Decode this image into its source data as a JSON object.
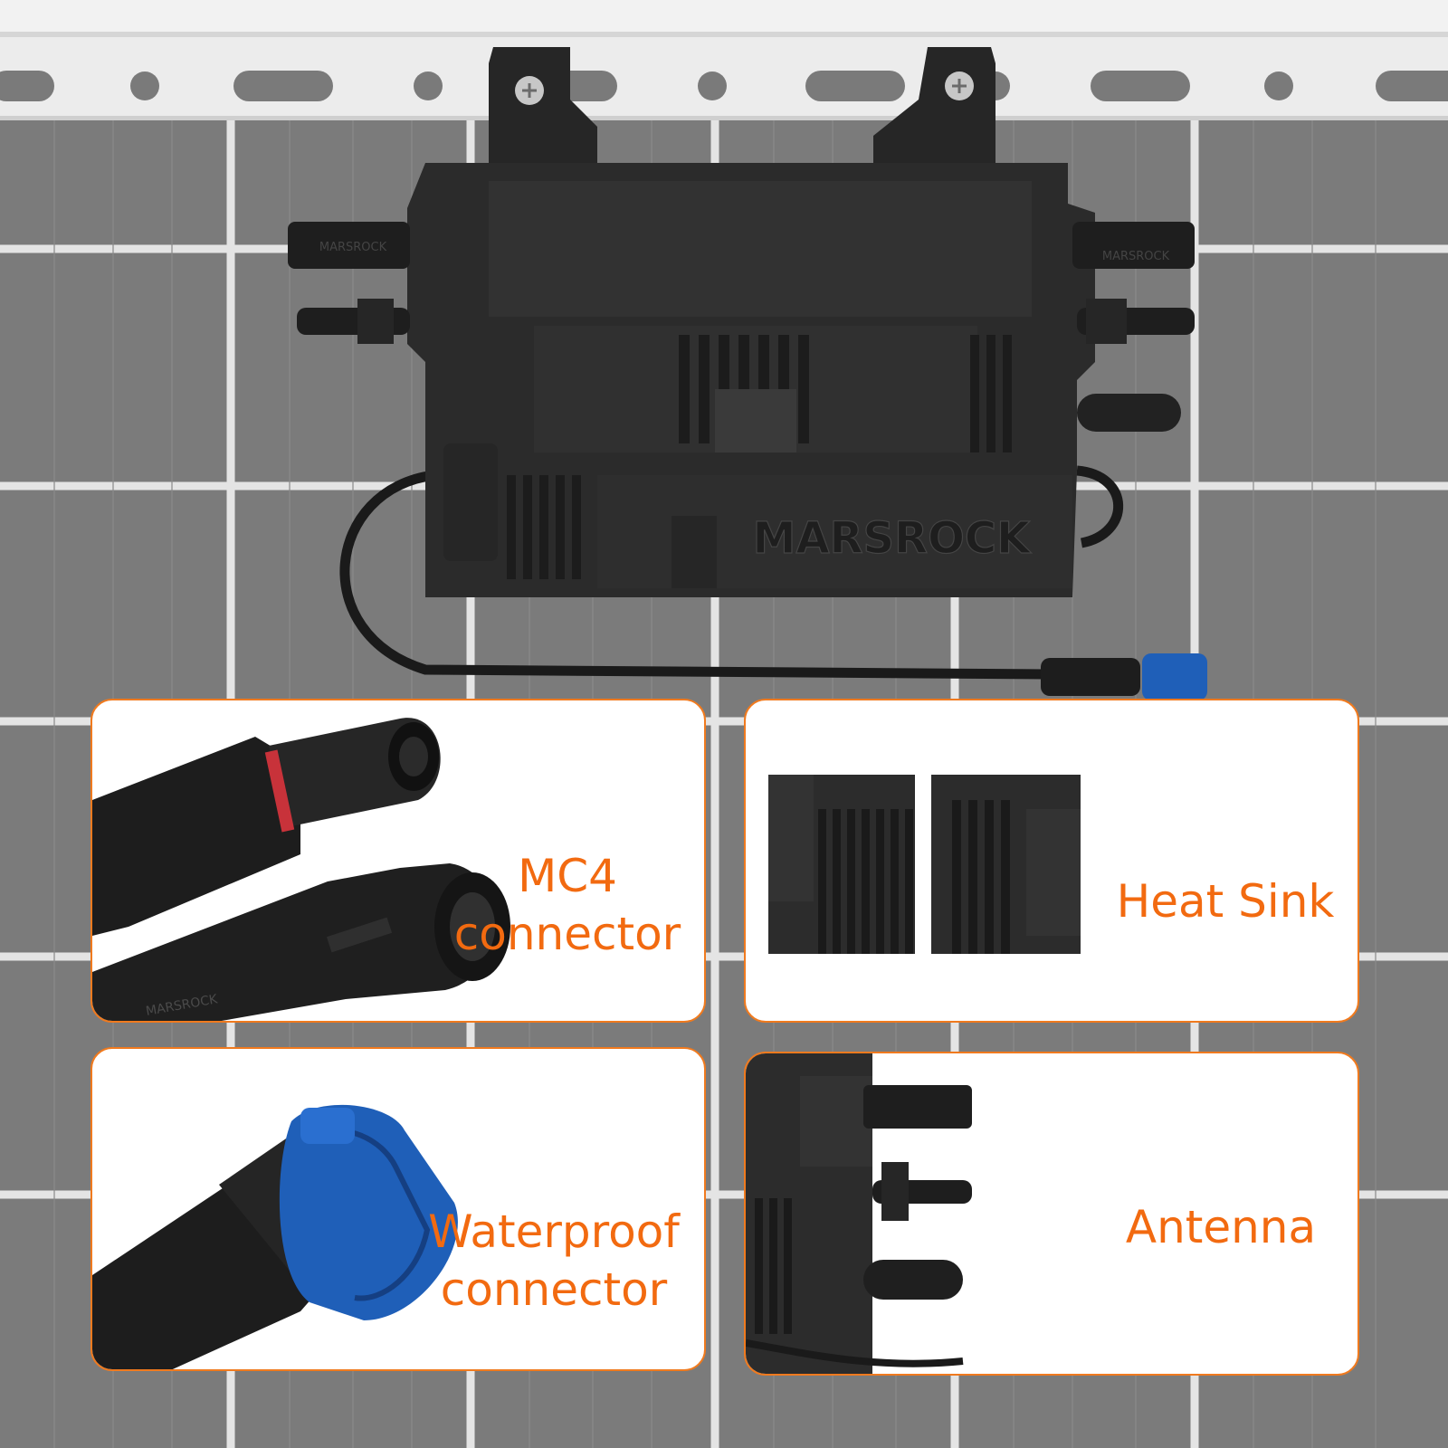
{
  "product": {
    "brand": "MARSROCK",
    "connector_marking": "MARSROCK"
  },
  "cards": [
    {
      "id": "mc4",
      "line1": "MC4",
      "line2": "connector"
    },
    {
      "id": "heat-sink",
      "line1": "Heat Sink",
      "line2": ""
    },
    {
      "id": "waterproof",
      "line1": "Waterproof",
      "line2": "connector"
    },
    {
      "id": "antenna",
      "line1": "Antenna",
      "line2": ""
    }
  ],
  "colors": {
    "accent": "#f26a10",
    "card_border": "#f07a1e",
    "panel_cell": "#7d7d7d",
    "panel_grid": "#e6e6e6",
    "rail": "#eaeaea",
    "housing": "#2a2a2a",
    "waterproof_cap": "#1f5fb8"
  }
}
